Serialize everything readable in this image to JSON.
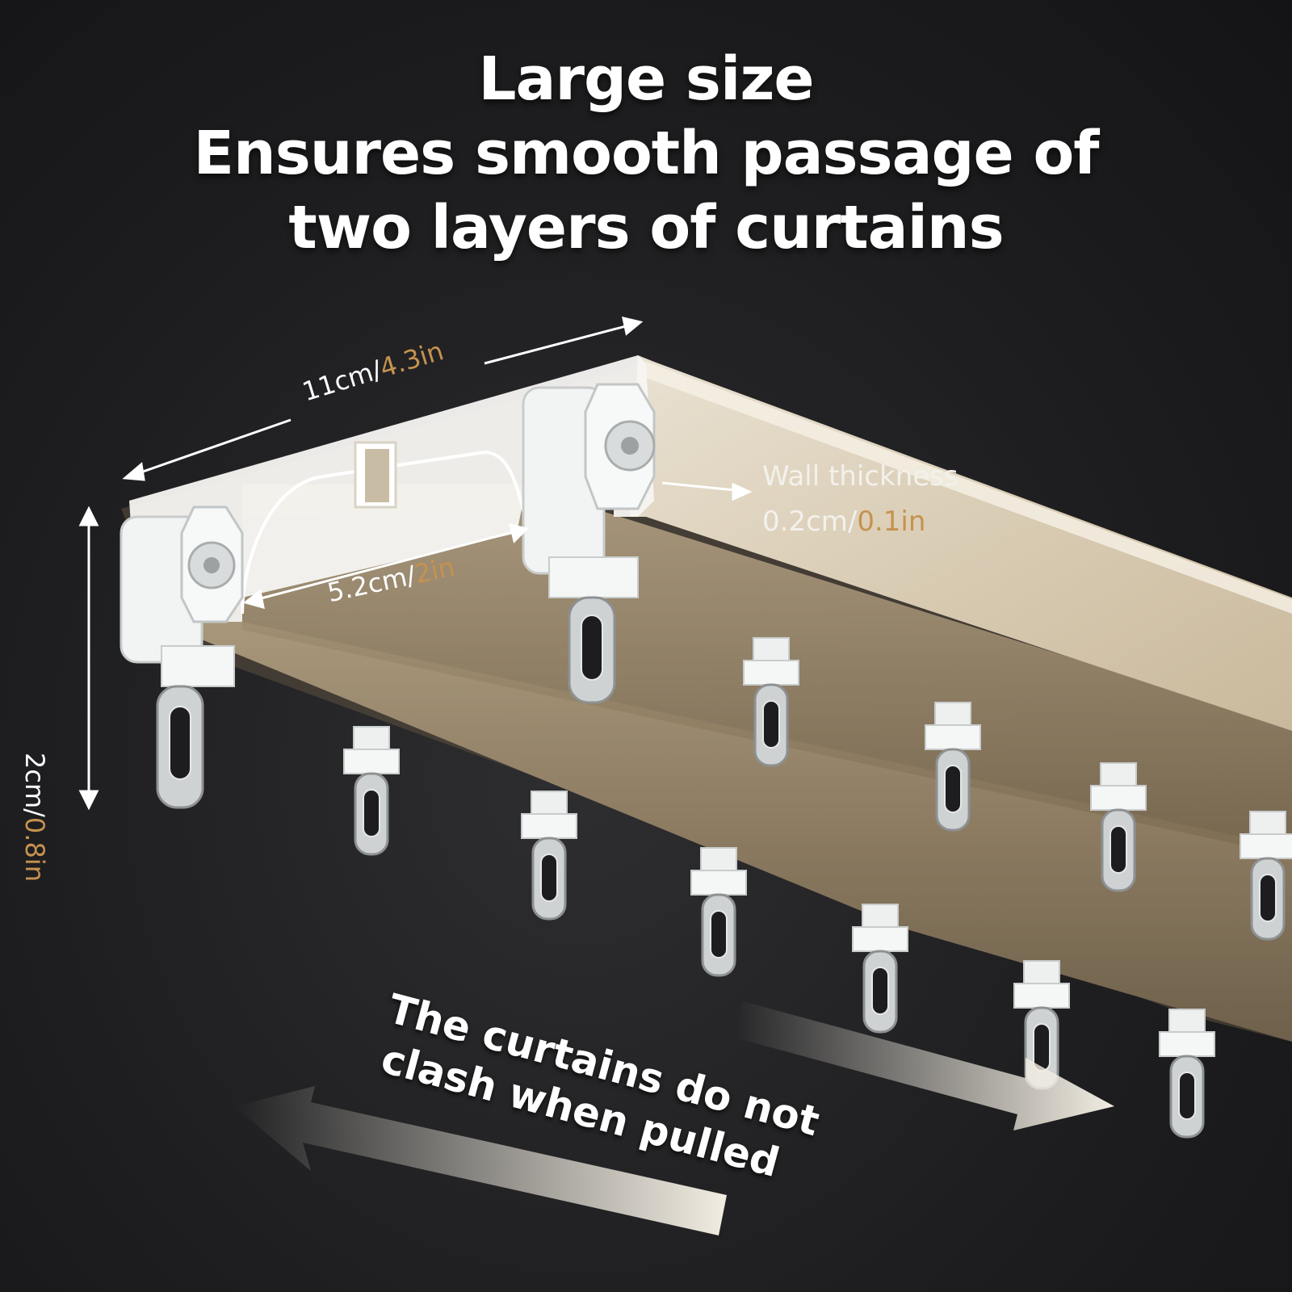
{
  "headline": {
    "line1": "Large size",
    "line2": "Ensures smooth passage of",
    "line3": "two layers of curtains"
  },
  "dimensions": {
    "width": {
      "metric": "11cm/",
      "imperial": "4.3in"
    },
    "inner": {
      "metric": "5.2cm/",
      "imperial": "2in"
    },
    "height": {
      "metric": "2cm/",
      "imperial": "0.8in"
    },
    "wall": {
      "title": "Wall thickness",
      "metric": "0.2cm/",
      "imperial": "0.1in"
    }
  },
  "slogan": {
    "line1": "The curtains do not",
    "line2": "clash when pulled"
  },
  "colors": {
    "accent": "#c6924f",
    "rail": "#d8cdb8",
    "background": "#1f1f21",
    "text": "#ffffff"
  }
}
